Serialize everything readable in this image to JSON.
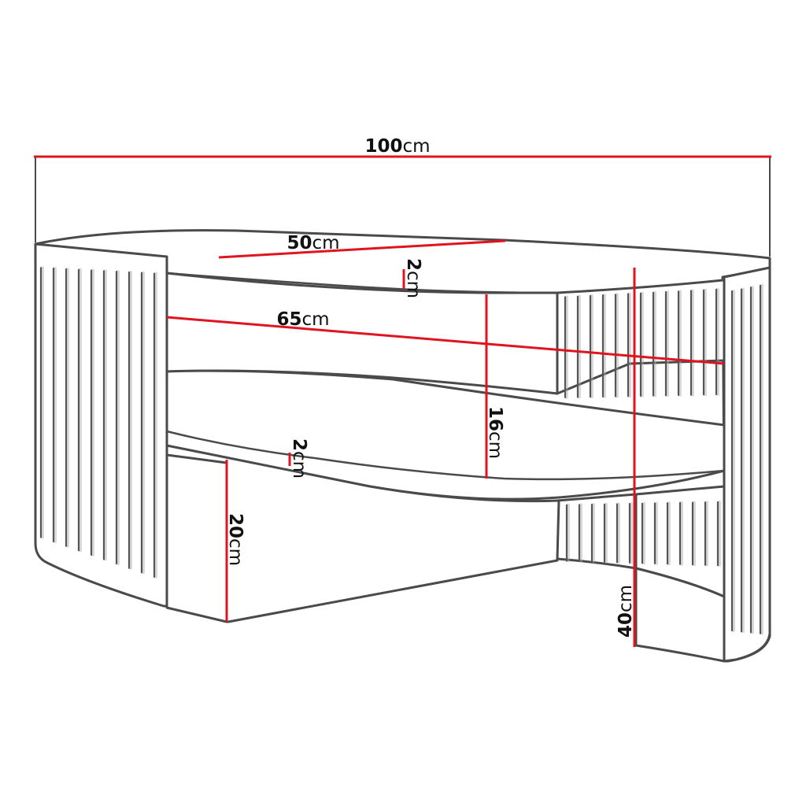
{
  "colors": {
    "dimension_line": "#e0141e",
    "outline": "#4a4a4a",
    "background": "#ffffff"
  },
  "dimensions": {
    "overall_width": {
      "value": "100",
      "unit": "cm"
    },
    "top_depth": {
      "value": "50",
      "unit": "cm"
    },
    "top_thickness": {
      "value": "2",
      "unit": "cm"
    },
    "inner_width": {
      "value": "65",
      "unit": "cm"
    },
    "shelf_gap": {
      "value": "16",
      "unit": "cm"
    },
    "shelf_thickness": {
      "value": "2",
      "unit": "cm"
    },
    "bottom_clearance": {
      "value": "20",
      "unit": "cm"
    },
    "total_height": {
      "value": "40",
      "unit": "cm"
    }
  }
}
